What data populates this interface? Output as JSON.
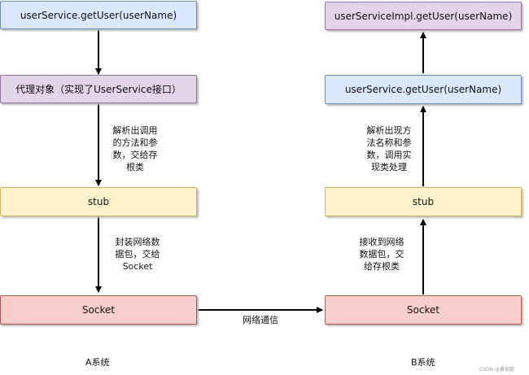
{
  "system_a": {
    "caller": "userService.getUser(userName)",
    "proxy": "代理对象（实现了UserService接口）",
    "stub": "stub",
    "socket": "Socket",
    "note_parse": "解析出调用\n的方法和参\n数，交给存\n根类",
    "note_pack": "封装网络数\n据包，交给\nSocket",
    "label": "A系统"
  },
  "system_b": {
    "impl": "userServiceImpl.getUser(userName)",
    "service": "userService.getUser(userName)",
    "stub": "stub",
    "socket": "Socket",
    "note_parse": "解析出现方\n法名称和参\n数，调用实\n现类处理",
    "note_receive": "接收到网络\n数据包，交\n给存根类",
    "label": "B系统"
  },
  "network_label": "网络通信",
  "watermark": "CSDN @黄俊懿",
  "colors": {
    "blue_fill": "#dae8fc",
    "blue_border": "#6c8ebf",
    "purple_fill": "#e1d5e7",
    "purple_border": "#9673a6",
    "yellow_fill": "#fff2cc",
    "yellow_border": "#d6b656",
    "red_fill": "#f8cecc",
    "red_border": "#b85450"
  }
}
